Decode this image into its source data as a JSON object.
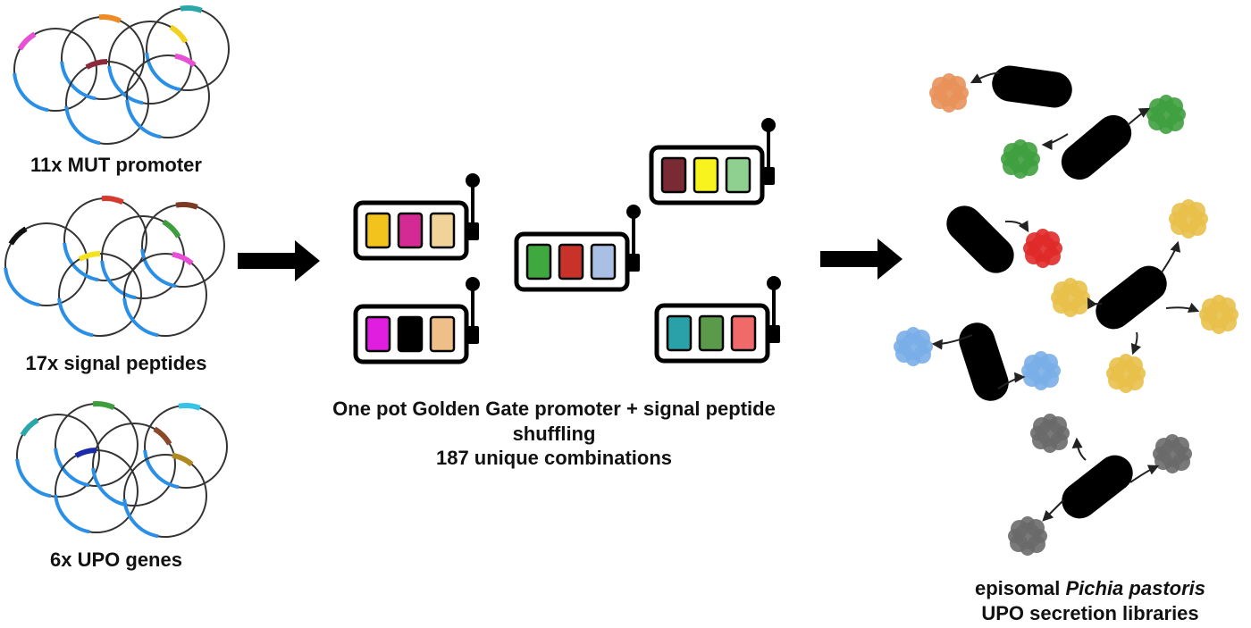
{
  "left_panel": {
    "groups": [
      {
        "label": "11x MUT promoter",
        "segment_colors": [
          "#e64fd6",
          "#f08a24",
          "#f3d21f",
          "#2aa7a8",
          "#8a2a3b"
        ]
      },
      {
        "label": "17x signal peptides",
        "segment_colors": [
          "#111111",
          "#d63a2e",
          "#3e9e3e",
          "#7a3a22",
          "#f3e21f",
          "#e64fd6"
        ]
      },
      {
        "label": "6x UPO genes",
        "segment_colors": [
          "#2aa7a8",
          "#3e9e3e",
          "#8a4a2a",
          "#37c3e6",
          "#1a2aa8",
          "#b08a20"
        ]
      }
    ],
    "backbone_color": "#333333",
    "marker_color": "#2a8fe6"
  },
  "center_panel": {
    "caption_line1": "One pot Golden Gate promoter + signal peptide",
    "caption_line2": "shuffling",
    "caption_line3": "187 unique combinations",
    "slot_machines": [
      {
        "reels": [
          "#f2c21d",
          "#d42a93",
          "#f1d39a"
        ]
      },
      {
        "reels": [
          "#e01ee0",
          "#000000",
          "#efbf8a"
        ]
      },
      {
        "reels": [
          "#3fa83f",
          "#c83228",
          "#a9c0e4"
        ]
      },
      {
        "reels": [
          "#7a2a32",
          "#f8f21e",
          "#8fcf8f"
        ]
      },
      {
        "reels": [
          "#2aa0a8",
          "#5a9a4a",
          "#f06a6a"
        ]
      }
    ]
  },
  "right_panel": {
    "caption_line1_prefix": "episomal ",
    "caption_line1_italic": "Pichia pastoris",
    "caption_line2": "UPO secretion libraries",
    "protein_colors": {
      "orange": "#e8925a",
      "green": "#3fa03f",
      "red": "#e02a2a",
      "yellow": "#e8c04a",
      "blue": "#7aaee8",
      "gray": "#6a6a6a"
    }
  }
}
